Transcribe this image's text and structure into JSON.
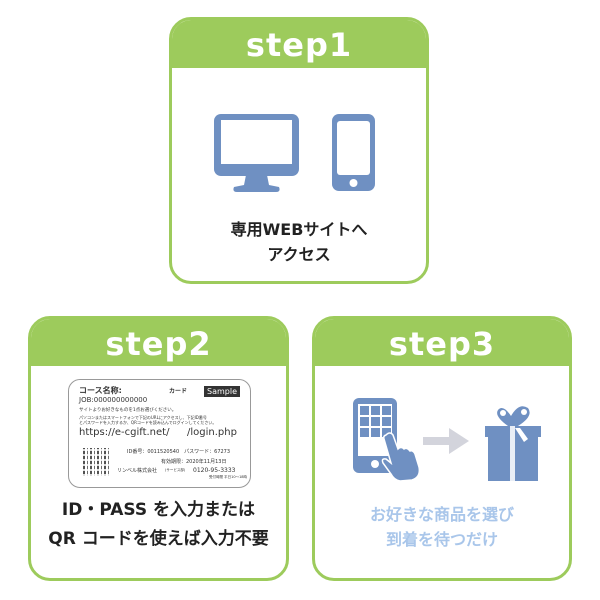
{
  "steps": [
    {
      "label": "step1",
      "caption_lines": [
        "専用WEBサイトへ",
        "アクセス"
      ],
      "icons": [
        "desktop-monitor-icon",
        "smartphone-icon"
      ]
    },
    {
      "label": "step2",
      "caption_lines": [
        "ID・PASS を入力または",
        "QR コードを使えば入力不要"
      ],
      "card": {
        "course_label": "コース名称:",
        "card_mark": "カード",
        "sample_badge": "Sample",
        "job": "JOB:000000000000",
        "line1": "サイトよりお好きなものを1点お選びください。",
        "line2": "パソコンまたはスマートフォンで下記のURLにアクセスし、下記ID番号",
        "line3": "とパスワードを入力するか、QRコードを読み込んでログインしてください。",
        "url_prefix": "https://e-cgift.net/",
        "url_suffix": "/login.php",
        "id_line": "ID番号：0011520540　パスワード：67273",
        "expiry": "有効期限：2020年11月13日",
        "company": "リンベル株式会社",
        "service_label": "(サービス部)",
        "phone": "0120-95-3333",
        "hours": "受付時間 平日10〜18時"
      },
      "icons": [
        "qr-code-icon"
      ]
    },
    {
      "label": "step3",
      "caption_lines": [
        "お好きな商品を選び",
        "到着を待つだけ"
      ],
      "icons": [
        "phone-tap-icon",
        "arrow-right-icon",
        "gift-box-icon"
      ]
    }
  ],
  "colors": {
    "accent_green": "#9dcb5c",
    "icon_blue": "#6f90c2",
    "arrow_gray": "#d3d4dc",
    "caption_dark": "#222222",
    "caption_light_blue": "#a9c6ea"
  }
}
